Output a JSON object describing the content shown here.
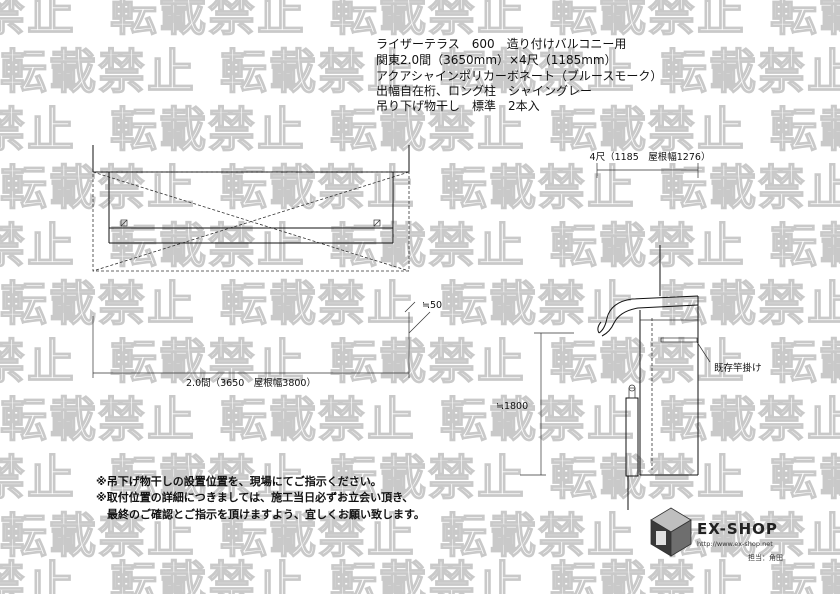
{
  "watermark": "転載禁止",
  "spec_lines": [
    "ライザーテラス　600　造り付けバルコニー用",
    "関東2.0間（3650mm）×4尺（1185mm）",
    "アクアシャインポリカーボネート（ブルースモーク）",
    "出幅自在桁、ロング柱　シャイングレー",
    "吊り下げ物干し　標準　2本入"
  ],
  "front_view": {
    "width_dimension": "2.0間（3650　屋根幅3800）",
    "small_dimension": "≒50"
  },
  "side_view": {
    "depth_dimension": "4尺（1185　屋根幅1276）",
    "height_dimension": "≒1800",
    "pole_label": "既存竿掛け"
  },
  "notes": [
    "※吊下げ物干しの設置位置を、現場にてご指示ください。",
    "※取付位置の詳細につきましては、施工当日必ずお立会い頂き、",
    "　最終のご確認とご指示を頂けますよう、宜しくお願い致します。"
  ],
  "logo": {
    "name": "EX-SHOP",
    "url": "http://www.ex-shop.net",
    "staff": "担当：角田"
  }
}
